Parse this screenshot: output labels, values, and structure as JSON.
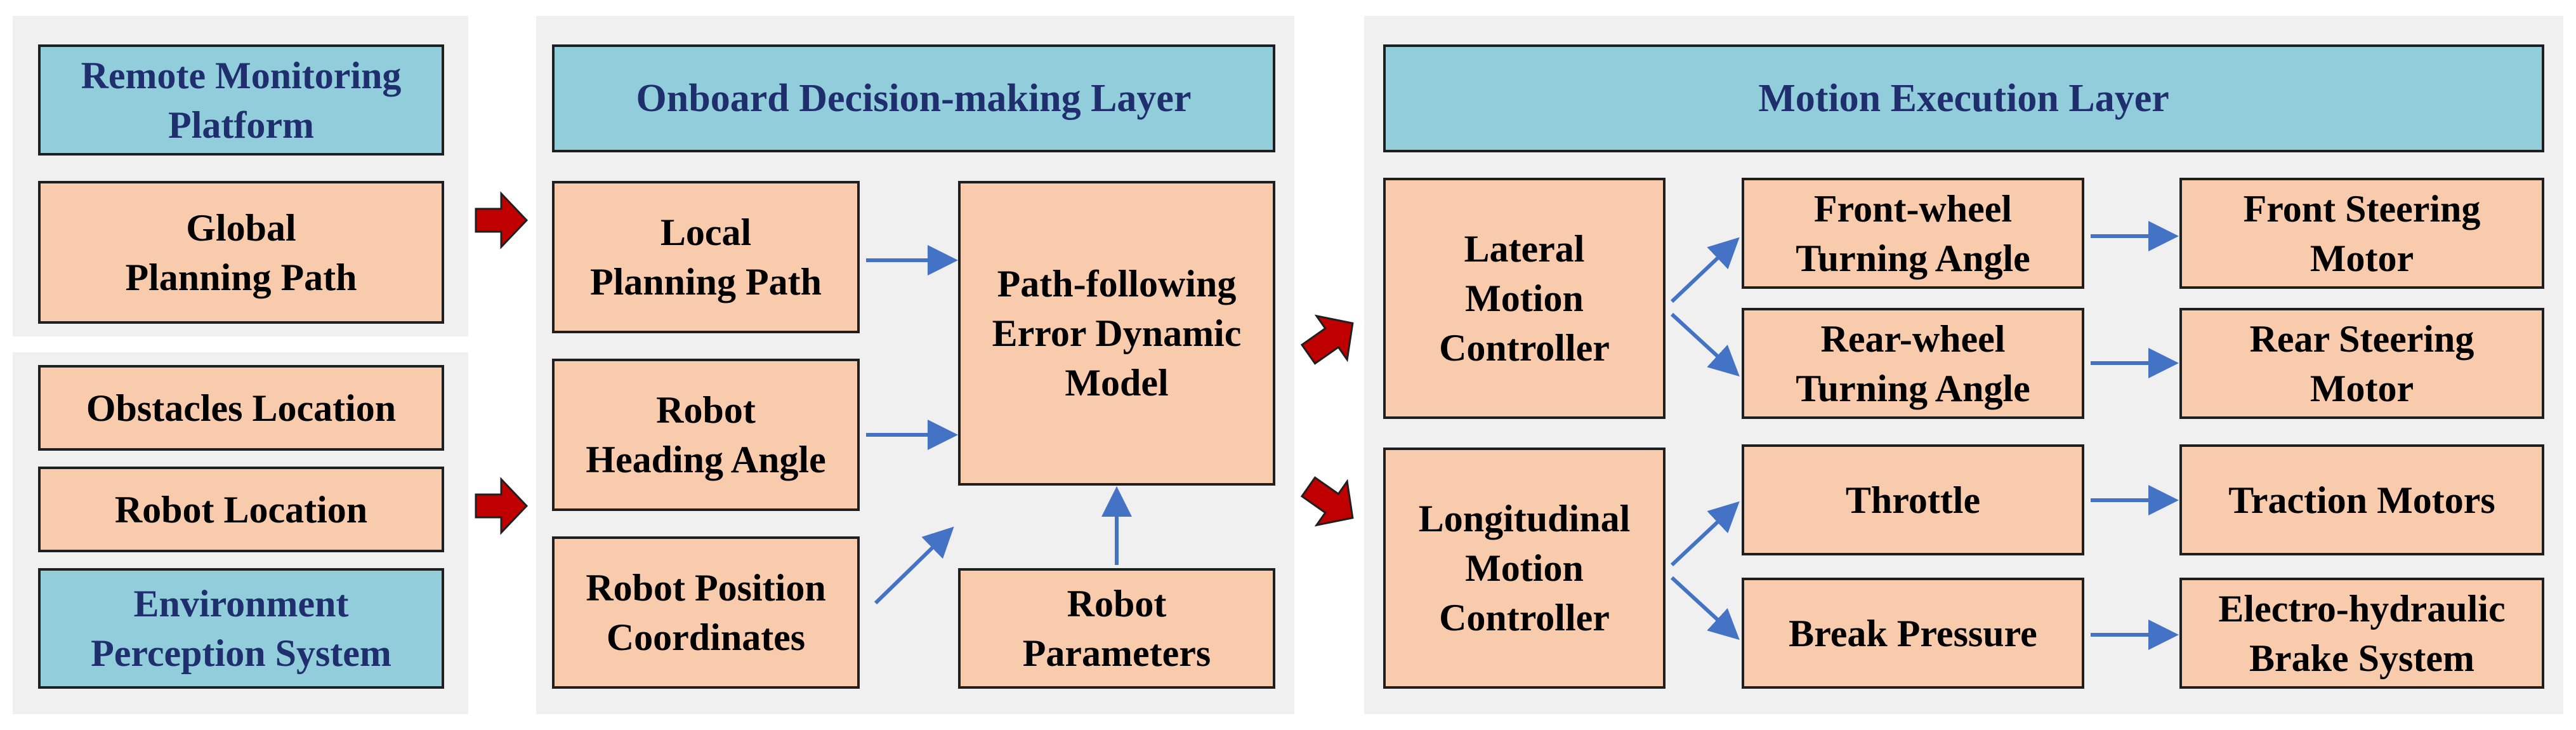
{
  "colors": {
    "panel_bg": "#f0f0f0",
    "process_fill": "#f8cbad",
    "layer_fill": "#92cddc",
    "layer_text": "#1f2f6e",
    "thin_arrow": "#4472c4",
    "thick_arrow": "#c00000"
  },
  "input_panel": {
    "remote_monitoring_platform": "Remote Monitoring\nPlatform",
    "global_planning_path": "Global\nPlanning Path",
    "obstacles_location": "Obstacles Location",
    "robot_location": "Robot Location",
    "environment_perception_system": "Environment\nPerception System"
  },
  "decision_layer": {
    "title": "Onboard Decision-making Layer",
    "local_planning_path": "Local\nPlanning Path",
    "robot_heading_angle": "Robot\nHeading Angle",
    "robot_position_coordinates": "Robot Position\nCoordinates",
    "error_dynamic_model": "Path-following\nError Dynamic\nModel",
    "robot_parameters": "Robot\nParameters"
  },
  "execution_layer": {
    "title": "Motion Execution Layer",
    "lateral_motion_controller": "Lateral\nMotion\nController",
    "longitudinal_motion_controller": "Longitudinal\nMotion\nController",
    "front_wheel_turning_angle": "Front-wheel\nTurning Angle",
    "rear_wheel_turning_angle": "Rear-wheel\nTurning Angle",
    "throttle": "Throttle",
    "break_pressure": "Break Pressure",
    "front_steering_motor": "Front Steering\nMotor",
    "rear_steering_motor": "Rear Steering\nMotor",
    "traction_motors": "Traction Motors",
    "electro_hydraulic_brake_system": "Electro-hydraulic\nBrake System"
  }
}
